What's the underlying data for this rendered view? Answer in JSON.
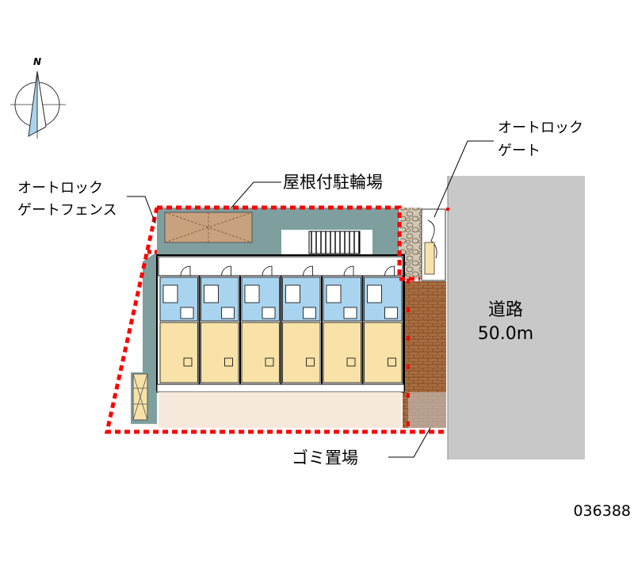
{
  "compass": {
    "north_label": "N"
  },
  "labels": {
    "roof_bike": "屋根付駐輪場",
    "gate_fence_line1": "オートロック",
    "gate_fence_line2": "ゲートフェンス",
    "gate_line1": "オートロック",
    "gate_line2": "ゲート",
    "road_name": "道路",
    "road_width": "50.0m",
    "garbage": "ゴミ置場"
  },
  "property_code": "036388",
  "colors": {
    "road": "#c8c8c8",
    "path": "#7f9f9f",
    "bike_roof": "#c8a27e",
    "unit_bath": "#a9d4ef",
    "unit_room": "#f8e2a8",
    "brick": "#a0663c",
    "fence": "#ff0000"
  }
}
